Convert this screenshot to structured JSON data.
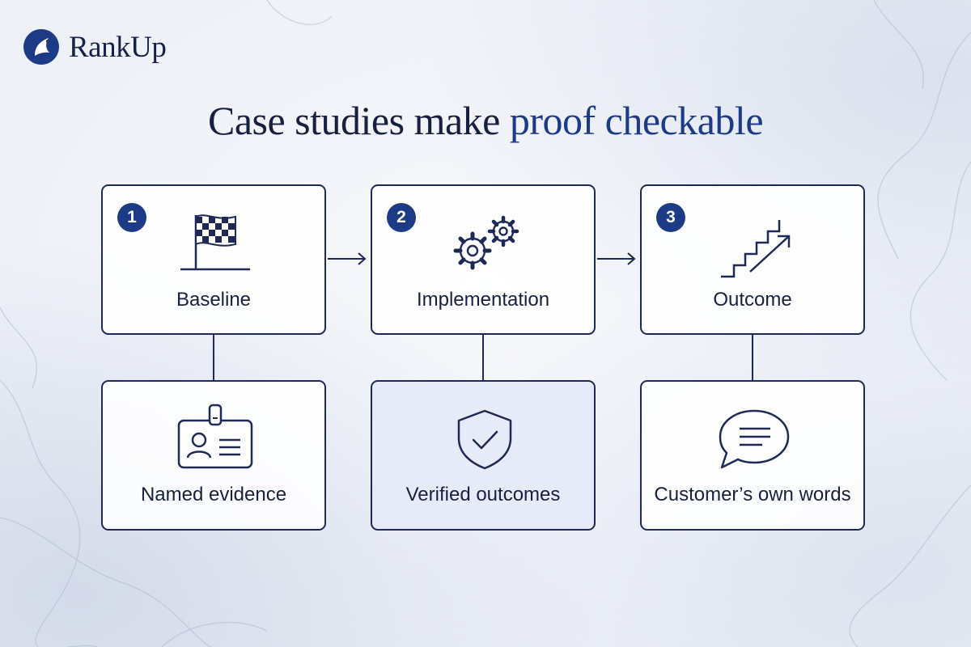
{
  "brand": {
    "name": "RankUp",
    "logo_icon": "rankup-logo-icon"
  },
  "headline": {
    "part1": "Case studies make ",
    "accent": "proof checkable"
  },
  "steps": [
    {
      "number": "1",
      "label": "Baseline",
      "icon": "checkered-flag-icon"
    },
    {
      "number": "2",
      "label": "Implementation",
      "icon": "gears-icon"
    },
    {
      "number": "3",
      "label": "Outcome",
      "icon": "rising-stairs-icon"
    }
  ],
  "evidence": [
    {
      "label": "Named evidence",
      "icon": "id-badge-icon"
    },
    {
      "label": "Verified outcomes",
      "icon": "shield-check-icon",
      "highlighted": true
    },
    {
      "label": "Customer’s own words",
      "icon": "speech-bubble-icon"
    }
  ],
  "colors": {
    "navy": "#1c3a86",
    "ink": "#18203f",
    "line": "#1e2a55",
    "highlight_fill": "#e7eaf7"
  }
}
